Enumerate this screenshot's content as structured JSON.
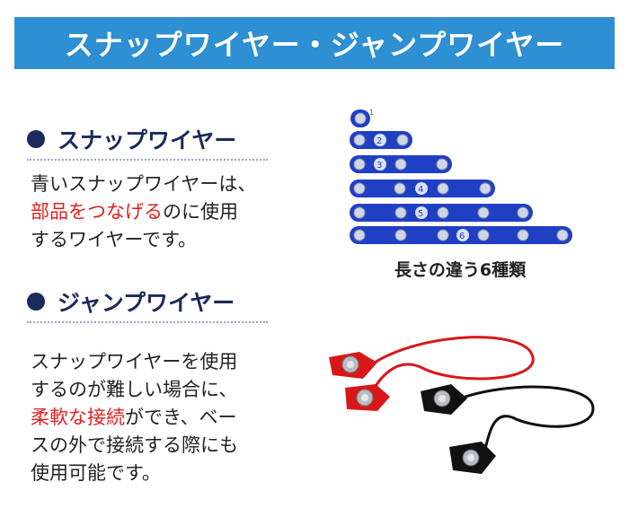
{
  "banner": {
    "title": "スナップワイヤー・ジャンプワイヤー"
  },
  "snap_section": {
    "title": "スナップワイヤー",
    "line1": "青いスナップワイヤーは、",
    "line2_highlight": "部品をつなげる",
    "line2_rest": "のに使用",
    "line3": "するワイヤーです。"
  },
  "snap_image": {
    "caption": "長さの違う6種類",
    "wire_numbers": [
      "1",
      "2",
      "3",
      "4",
      "5",
      "6"
    ]
  },
  "jump_section": {
    "title": "ジャンプワイヤー",
    "line1": "スナップワイヤーを使用",
    "line2": "するのが難しい場合に、",
    "line3_highlight": "柔軟な接続",
    "line3_rest": "ができ、ベー",
    "line4": "スの外で接続する際にも",
    "line5": "使用可能です。"
  },
  "colors": {
    "banner": "#2e8fd2",
    "heading": "#1b2a5c",
    "highlight": "#e02020",
    "snap_wire": "#1f3fc4",
    "jump_red": "#d81818",
    "jump_black": "#111111"
  }
}
